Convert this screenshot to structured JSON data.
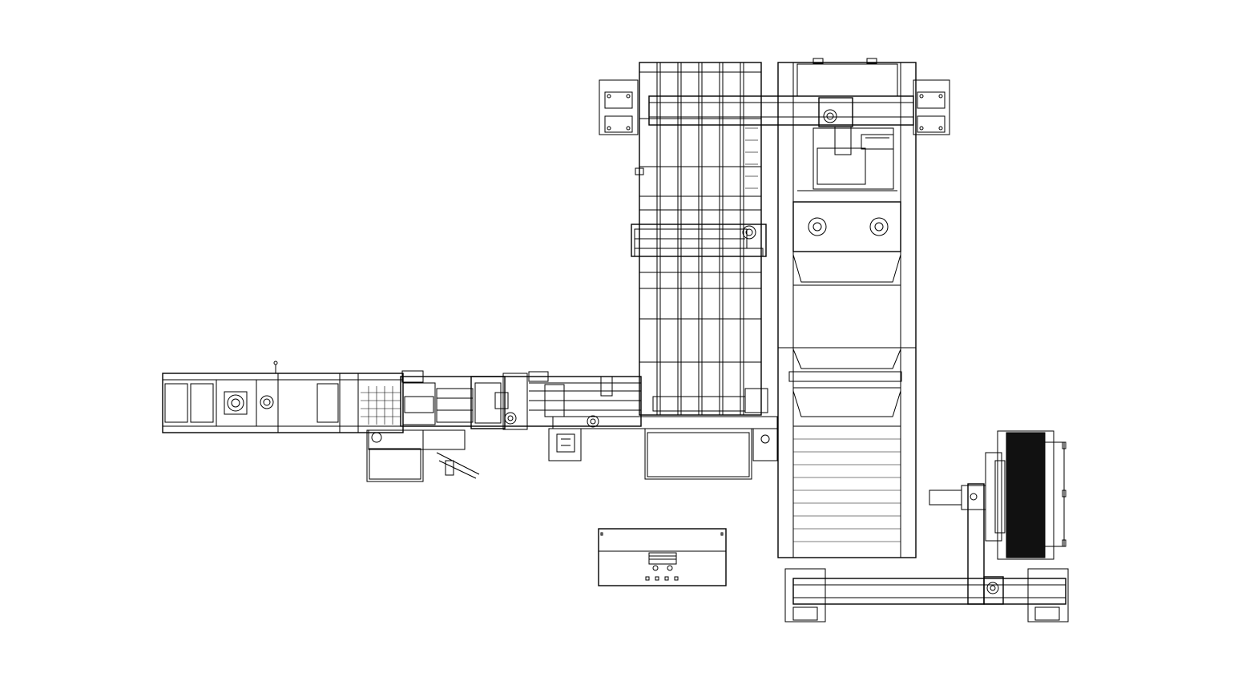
{
  "drawing": {
    "background": "#ffffff",
    "line_color": "#000000",
    "fill_dark": "#111111",
    "text_labels": []
  },
  "stations": {
    "infeed_conveyor": "infeed-conveyor",
    "transfer_station": "transfer-station",
    "buffer_rack": "buffer-rack",
    "gantry": "gantry-robot",
    "outfeed_conveyor": "outfeed-conveyor",
    "control_cabinet": "control-cabinet",
    "robot_arm": "robot-arm-assembly",
    "material_stack": "material-stack"
  }
}
